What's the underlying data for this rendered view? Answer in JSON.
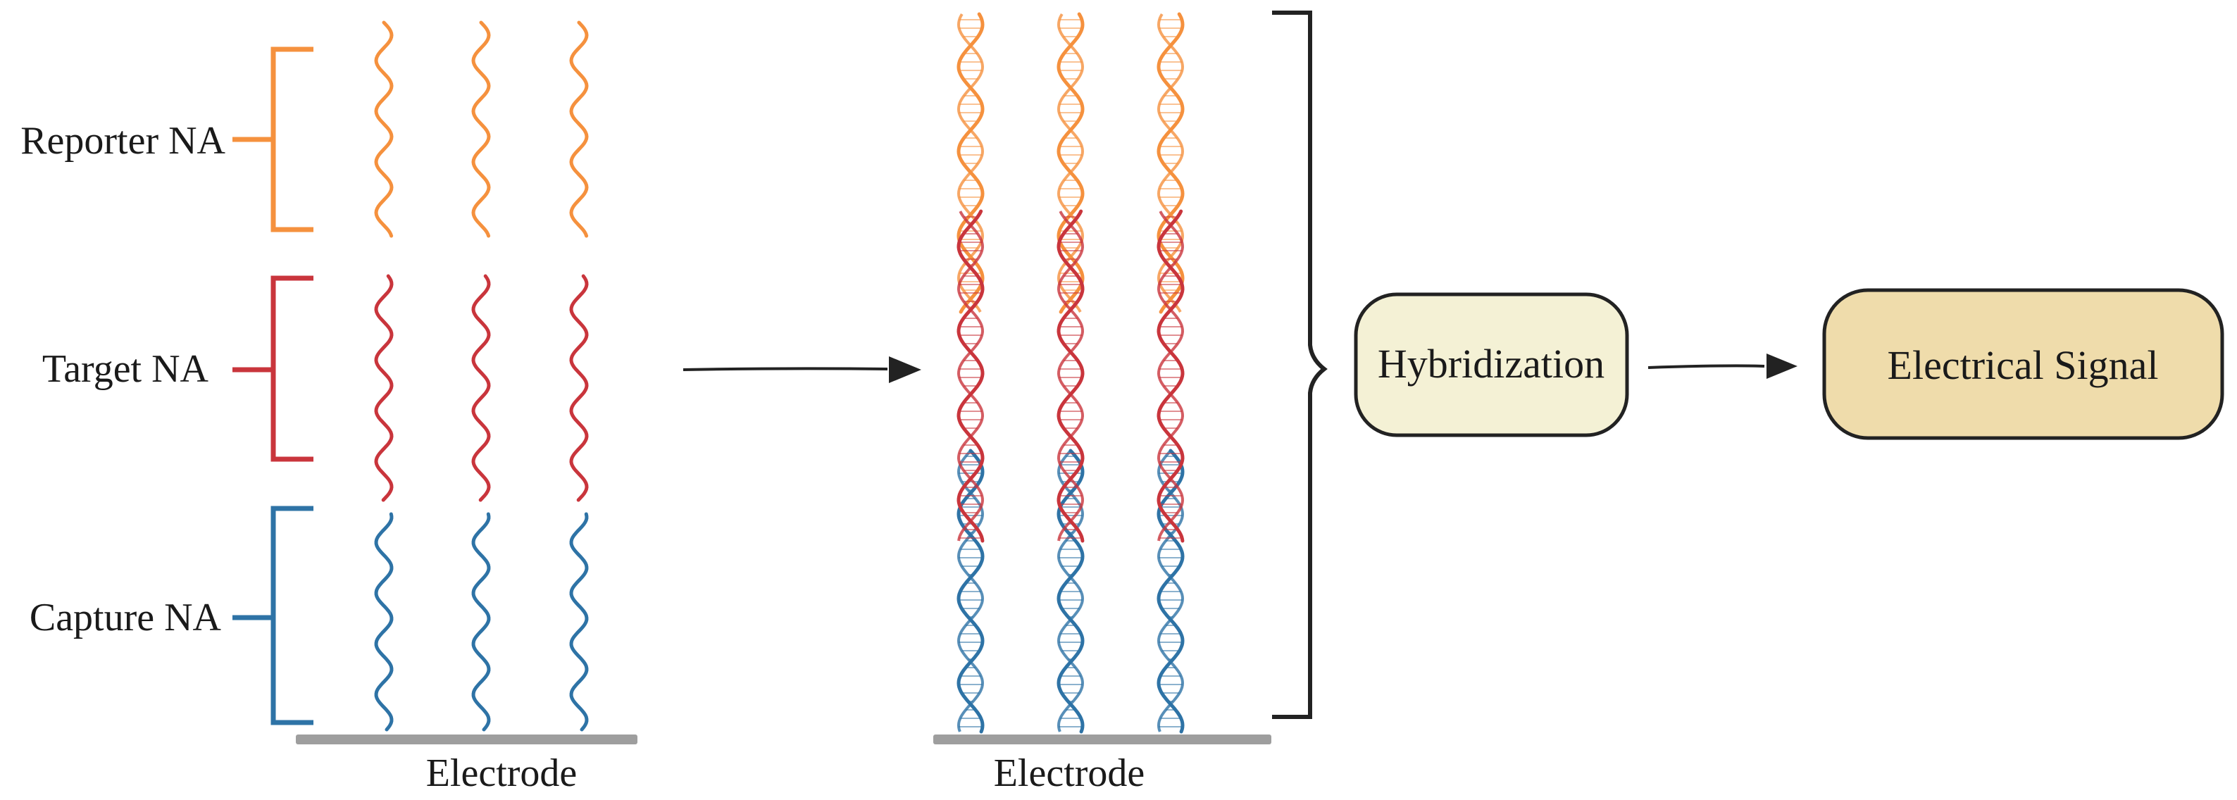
{
  "labels": {
    "reporter": "Reporter NA",
    "target": "Target NA",
    "capture": "Capture NA",
    "electrode_left": "Electrode",
    "electrode_right": "Electrode"
  },
  "boxes": {
    "hybridization": "Hybridization",
    "signal": "Electrical Signal"
  },
  "colors": {
    "reporter": "#f5913e",
    "target": "#c9353c",
    "capture": "#2e73a6",
    "electrode": "#9e9e9e",
    "hybridization_fill": "#f4f1d5",
    "signal_fill": "#efdcab",
    "stroke": "#222222"
  }
}
